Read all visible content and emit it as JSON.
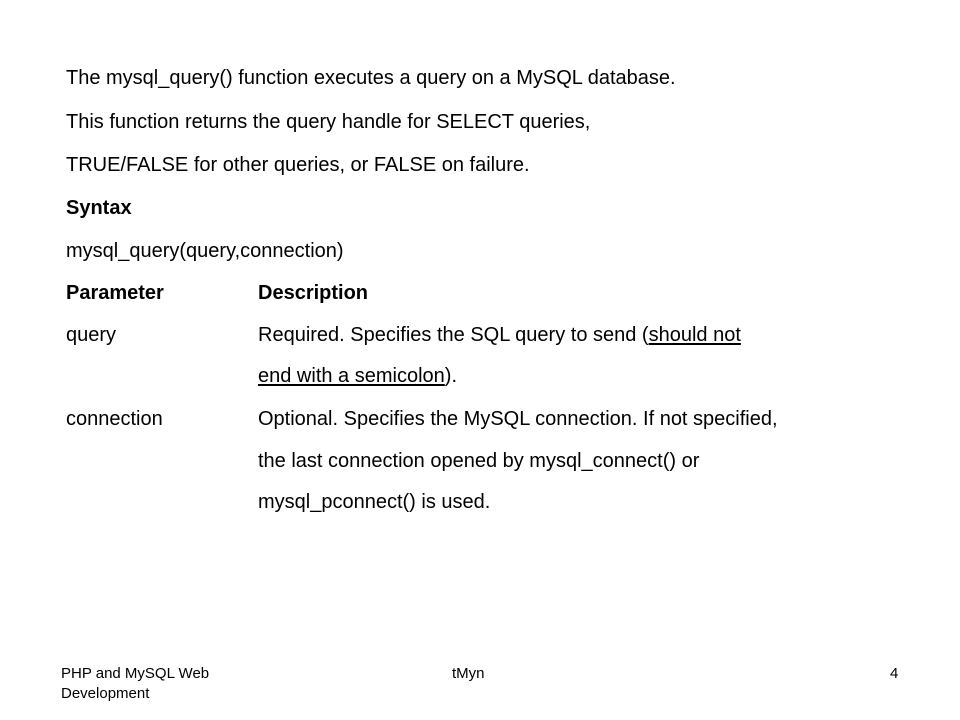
{
  "intro": {
    "line1": "The mysql_query() function executes a query on a MySQL database.",
    "line2": "This function returns the query handle for SELECT queries,",
    "line3": "TRUE/FALSE for other queries, or FALSE on failure."
  },
  "syntax": {
    "heading": "Syntax",
    "signature": "mysql_query(query,connection)"
  },
  "params_table": {
    "header_param": "Parameter",
    "header_desc": "Description",
    "rows": [
      {
        "name": "query",
        "desc_prefix": "Required. Specifies the SQL query to send (",
        "desc_underlined_1": "should not",
        "desc_underlined_2": "end with a semicolon",
        "desc_suffix": ")."
      },
      {
        "name": "connection",
        "desc_line1": "Optional. Specifies the MySQL connection. If not specified,",
        "desc_line2": "the last connection opened by mysql_connect() or",
        "desc_line3": "mysql_pconnect() is used."
      }
    ]
  },
  "footer": {
    "left_line1": "PHP and MySQL Web",
    "left_line2": "Development",
    "center": "tMyn",
    "page_number": "4"
  }
}
